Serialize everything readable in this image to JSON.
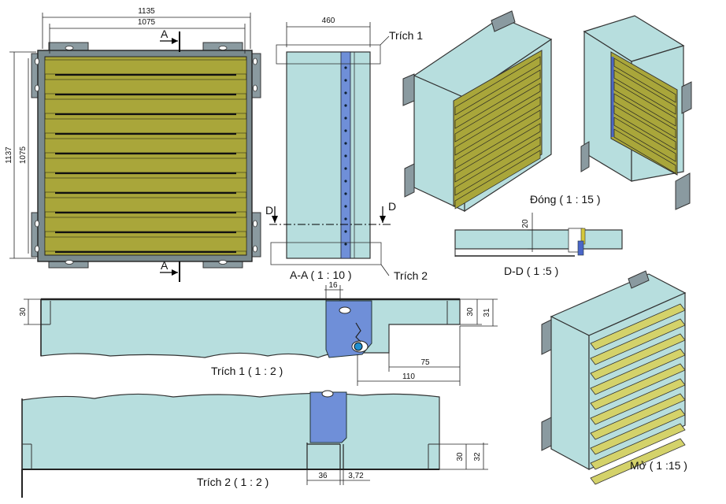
{
  "front_view": {
    "dim_outer_width": "1135",
    "dim_inner_width": "1075",
    "dim_outer_height": "1137",
    "dim_inner_height": "1075",
    "section_mark_top": "A",
    "section_mark_bottom": "A"
  },
  "section_aa": {
    "dim_depth": "460",
    "caption": "A-A ( 1 : 10 )",
    "detail_callout_1": "Trích 1",
    "detail_callout_2": "Trích 2",
    "section_mark_left": "D",
    "section_mark_right": "D"
  },
  "iso_closed": {
    "caption": "Đóng ( 1 : 15 )"
  },
  "iso_open": {
    "caption": "Mở ( 1 :15 )"
  },
  "section_dd": {
    "caption": "D-D ( 1 :5 )",
    "dim_height": "20"
  },
  "detail_1": {
    "caption": "Trích 1 ( 1 : 2 )",
    "dim_left_30": "30",
    "dim_top_16": "16",
    "dim_right_30": "30",
    "dim_right_31": "31",
    "dim_75": "75",
    "dim_110": "110"
  },
  "detail_2": {
    "caption": "Trích 2 ( 1 : 2 )",
    "dim_30": "30",
    "dim_32": "32",
    "dim_36": "36",
    "dim_372": "3,72"
  },
  "colors": {
    "body": "#b7dede",
    "slat": "#a9a63a",
    "slat_open": "#d4d26a",
    "frame": "#8a9aa0",
    "blade_holder": "#6f8fd8"
  }
}
